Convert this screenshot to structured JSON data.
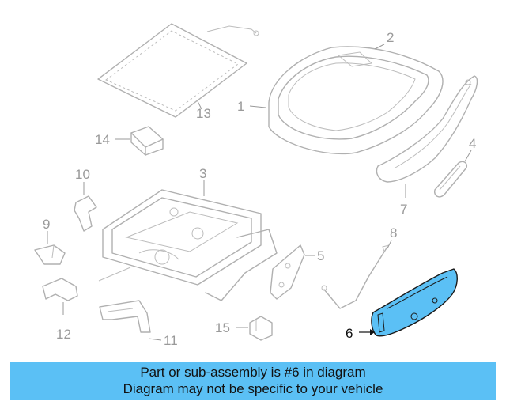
{
  "diagram": {
    "highlight_color": "#5bc0f5",
    "callouts": {
      "c1": "1",
      "c2": "2",
      "c3": "3",
      "c4": "4",
      "c5": "5",
      "c6": "6",
      "c7": "7",
      "c8": "8",
      "c9": "9",
      "c10": "10",
      "c11": "11",
      "c12": "12",
      "c13": "13",
      "c14": "14",
      "c15": "15"
    }
  },
  "caption": {
    "line1": "Part or sub-assembly is #6 in diagram",
    "line2": "Diagram may not be specific to your vehicle"
  }
}
